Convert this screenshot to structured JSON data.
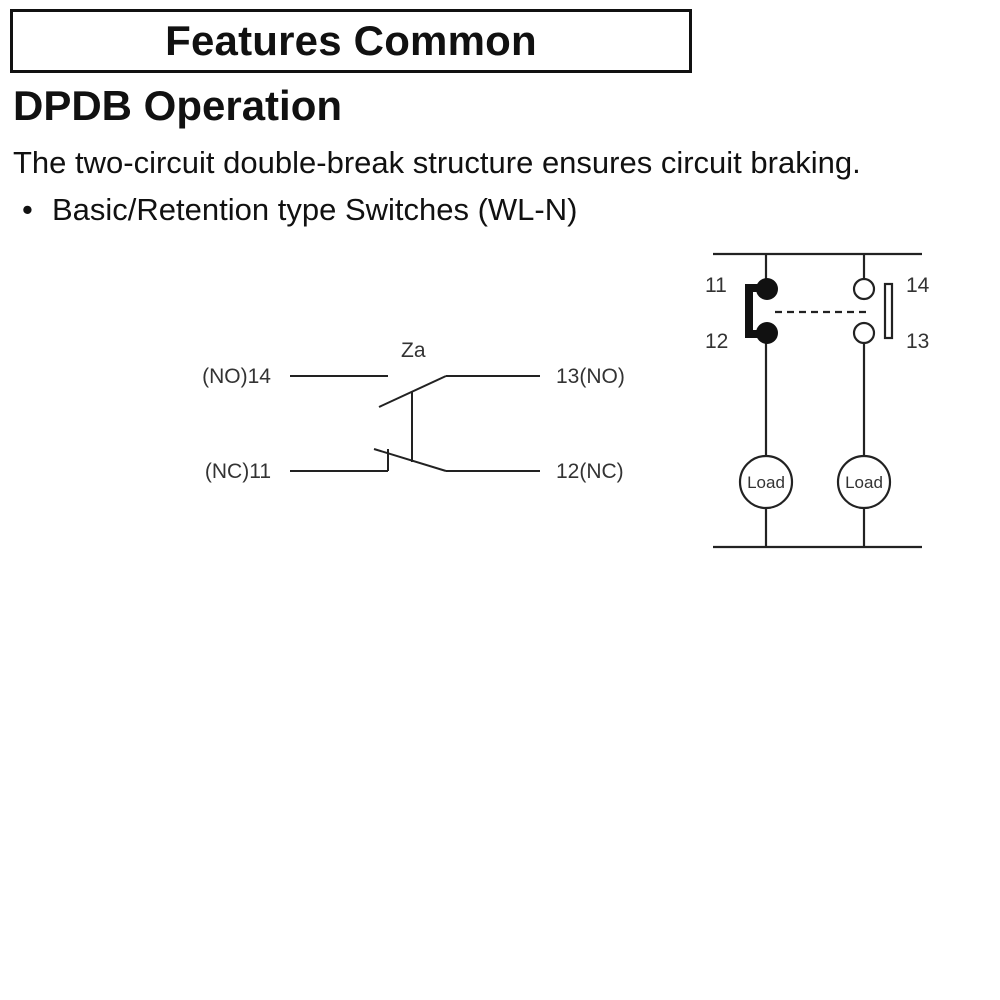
{
  "banner": {
    "title": "Features Common"
  },
  "section": {
    "heading": "DPDB Operation",
    "description": "The two-circuit double-break structure ensures circuit braking.",
    "bullet_symbol": "•",
    "bullet_item": "Basic/Retention type Switches (WL-N)"
  },
  "schematic_left": {
    "switch_label": "Za",
    "terminal_no_left": "(NO)14",
    "terminal_no_right": "13(NO)",
    "terminal_nc_left": "(NC)11",
    "terminal_nc_right": "12(NC)"
  },
  "schematic_right": {
    "terminal_11": "11",
    "terminal_12": "12",
    "terminal_14": "14",
    "terminal_13": "13",
    "load_label_1": "Load",
    "load_label_2": "Load"
  }
}
